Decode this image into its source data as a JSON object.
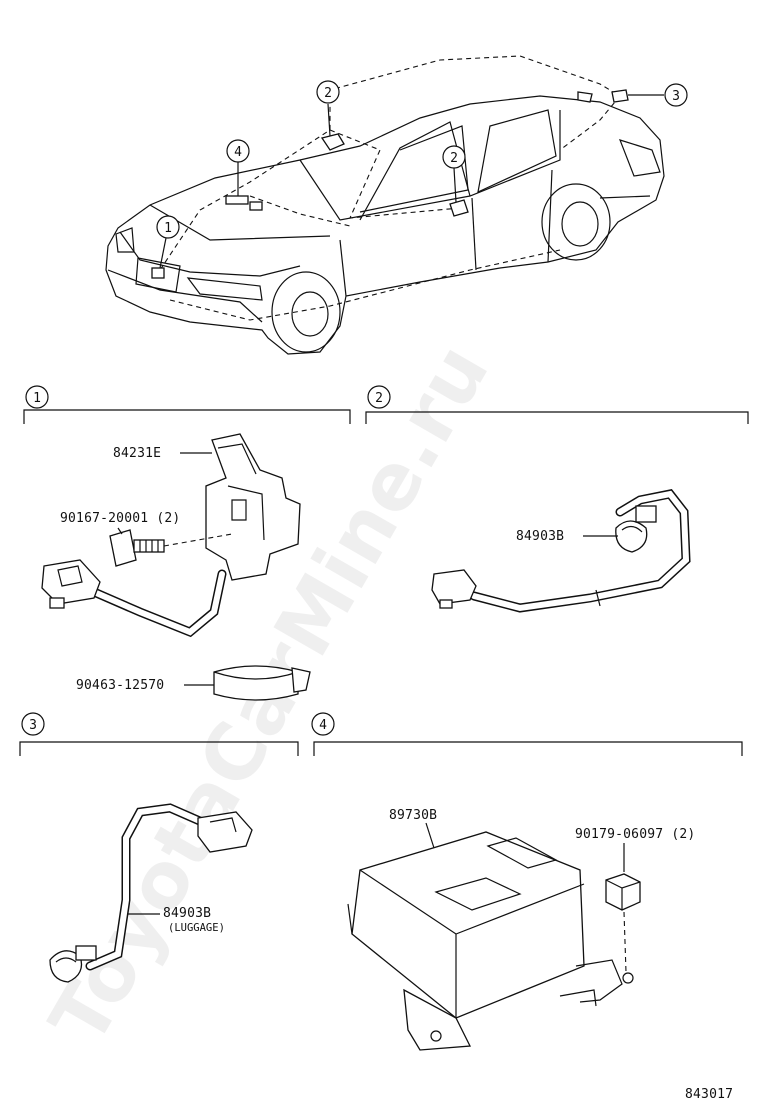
{
  "watermark": "ToyotaCarMine.ru",
  "diagram_id": "843017",
  "callouts": [
    "1",
    "2",
    "3",
    "4"
  ],
  "sections": {
    "s1": {
      "number": "1",
      "parts": {
        "sensor": "84231E",
        "bolt": "90167-20001 (2)",
        "clamp": "90463-12570"
      }
    },
    "s2": {
      "number": "2",
      "parts": {
        "sensor": "84903B"
      }
    },
    "s3": {
      "number": "3",
      "parts": {
        "sensor": "84903B",
        "note": "(LUGGAGE)"
      }
    },
    "s4": {
      "number": "4",
      "parts": {
        "module": "89730B",
        "nut": "90179-06097 (2)"
      }
    }
  }
}
